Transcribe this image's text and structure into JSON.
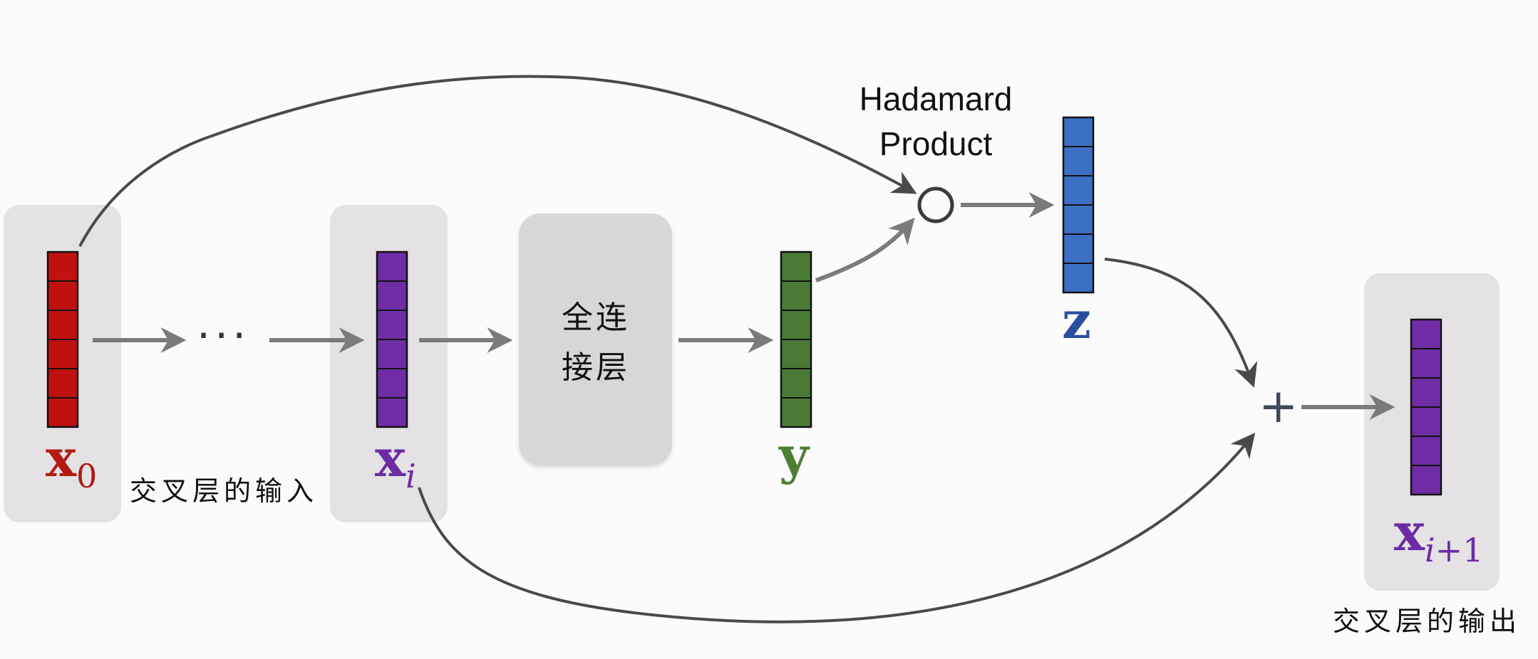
{
  "colors": {
    "background": "#fcfbfc",
    "panel": "#e4e2e4",
    "fc_box": "#d8d6d8",
    "x0": "#c0110f",
    "xi": "#6f2ca5",
    "y": "#4a7a35",
    "z": "#3a6fc4",
    "x0_label": "#b21a12",
    "xi_label": "#6c2ba3",
    "y_label": "#4e7f33",
    "z_label": "#2a4f9c",
    "xi1_label": "#6c2ba3",
    "arrow": "#7b7b7b",
    "curve": "#4a4a4a"
  },
  "vectors": {
    "cells": 6
  },
  "labels": {
    "x0": {
      "base": "x",
      "sub": "0"
    },
    "xi": {
      "base": "x",
      "sub": "i"
    },
    "y": "y",
    "z": "z",
    "xi1": {
      "base": "x",
      "sub_i": "i",
      "sub_rest": "+1"
    }
  },
  "text": {
    "dots": "···",
    "fc_line1": "全连",
    "fc_line2": "接层",
    "hadamard_line1": "Hadamard",
    "hadamard_line2": "Product",
    "cross_input": "交叉层的输入",
    "cross_output": "交叉层的输出",
    "plus": "+"
  },
  "icons": {
    "hadamard": "hollow-circle-icon",
    "add": "plus-icon"
  }
}
